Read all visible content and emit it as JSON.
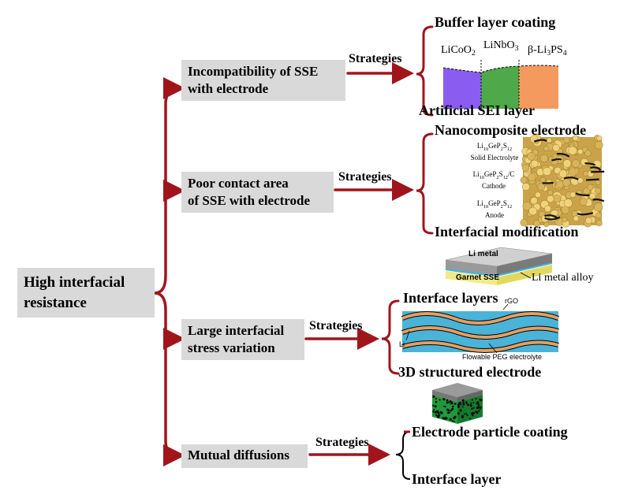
{
  "root": {
    "line1": "High interfacial",
    "line2": "resistance"
  },
  "branches": [
    {
      "line1": "Incompatibility of SSE",
      "line2": "with electrode",
      "strategies": "Strategies",
      "top": "Buffer layer coating",
      "bottom": "Artificial SEI layer"
    },
    {
      "line1": "Poor contact area",
      "line2": "of SSE with electrode",
      "strategies": "Strategies",
      "top": "Nanocomposite electrode",
      "bottom": "Interfacial modification"
    },
    {
      "line1": "Large interfacial",
      "line2": "stress variation",
      "strategies": "Strategies",
      "top": "Interface layers",
      "bottom": "3D structured electrode"
    },
    {
      "line1": "Mutual diffusions",
      "line2": "",
      "strategies": "Strategies",
      "top": "Electrode particle coating",
      "bottom": "Interface layer"
    }
  ],
  "fig1": {
    "a": "LiCoO",
    "a_sub": "2",
    "b": "LiNbO",
    "b_sub": "3",
    "c": "β-Li",
    "c_sub1": "3",
    "c_mid": "PS",
    "c_sub2": "4",
    "colors": {
      "licoo2": "#8a5cf0",
      "linbo3": "#4fa84a",
      "lips": "#f59a5e"
    }
  },
  "fig2": {
    "l1a": "Li",
    "l1b": "10",
    "l1c": "GeP",
    "l1d": "2",
    "l1e": "S",
    "l1f": "12",
    "l1g": "Solid Electrolyte",
    "l2a": "Li",
    "l2b": "10",
    "l2c": "GeP",
    "l2d": "2",
    "l2e": "S",
    "l2f": "12",
    "l2h": "/C",
    "l2g": "Cathode",
    "l3a": "Li",
    "l3b": "10",
    "l3c": "GeP",
    "l3d": "2",
    "l3e": "S",
    "l3f": "12",
    "l3g": "Anode"
  },
  "fig3": {
    "metal": "Li metal",
    "garnet": "Garnet SSE",
    "alloy": "Li metal alloy"
  },
  "fig4": {
    "rgo": "rGO",
    "li": "Li",
    "peg": "Flowable PEG electrolyte"
  },
  "colors": {
    "arrow": "#a0151b",
    "box": "#d9d9d9"
  }
}
